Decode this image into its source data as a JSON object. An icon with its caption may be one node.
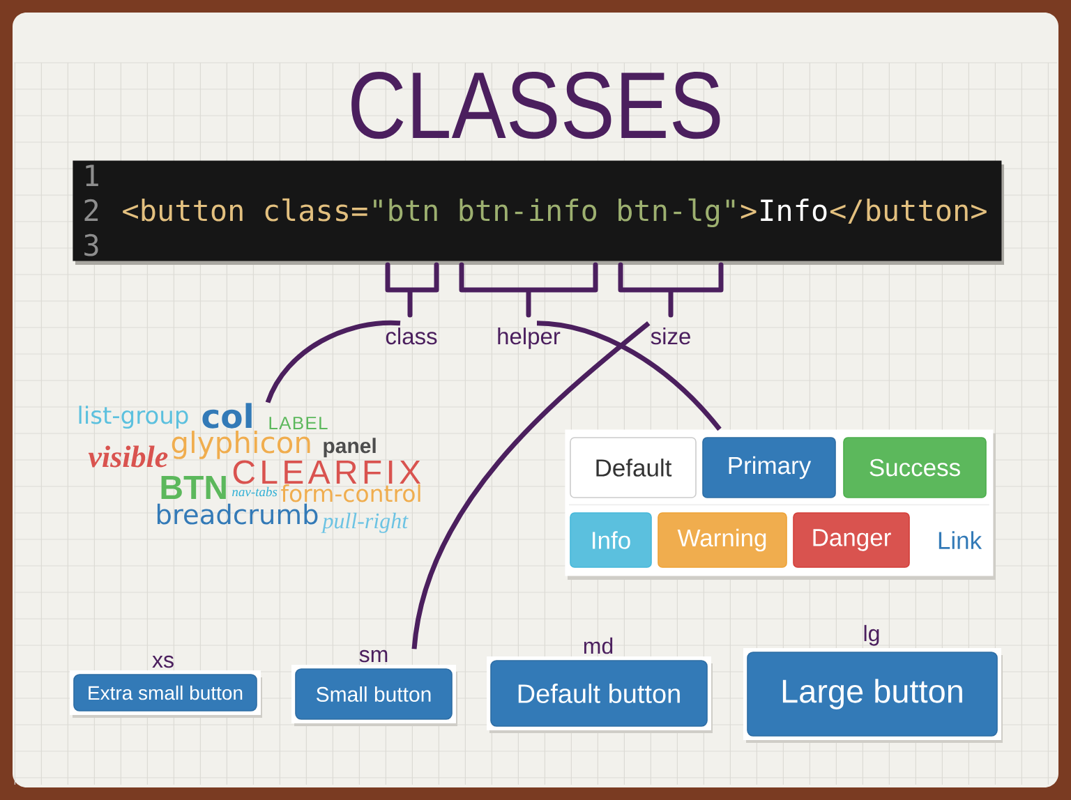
{
  "diagram": {
    "title": "CLASSES",
    "nodes": [
      {
        "text": [
          "1",
          "2",
          "<button class=",
          "\"btn btn-info btn-lg\"",
          ">",
          "Info",
          "</button>",
          "3"
        ]
      },
      {
        "text": [
          "class"
        ]
      },
      {
        "text": [
          "helper"
        ]
      },
      {
        "text": [
          "size"
        ]
      },
      {
        "text": [
          "list-group",
          "col",
          "LABEL",
          "visible",
          "glyphicon",
          "panel",
          "CLEARFIX",
          "BTN",
          "nav-tabs",
          "form-control",
          "breadcrumb",
          "pull-right"
        ]
      },
      {
        "text": [],
        "shape": "box"
      },
      {
        "text": [
          "Default"
        ],
        "in": 5
      },
      {
        "text": [
          "Primary"
        ],
        "in": 5
      },
      {
        "text": [
          "Success"
        ],
        "in": 5
      },
      {
        "text": [
          "Info"
        ],
        "in": 5
      },
      {
        "text": [
          "Warning"
        ],
        "in": 5
      },
      {
        "text": [
          "Danger"
        ],
        "in": 5
      },
      {
        "text": [
          "Link"
        ],
        "in": 5
      },
      {
        "text": [
          "Extra small button"
        ],
        "beside": [
          "xs"
        ]
      },
      {
        "text": [
          "Small button"
        ],
        "beside": [
          "sm"
        ]
      },
      {
        "text": [
          "Default button"
        ],
        "beside": [
          "md"
        ]
      },
      {
        "text": [
          "Large button"
        ],
        "beside": [
          "lg"
        ]
      }
    ],
    "edges": [
      {
        "from": 1,
        "to": 4,
        "arrow": "none"
      },
      {
        "from": 2,
        "to": 5,
        "arrow": "none"
      },
      {
        "from": 3,
        "to": 14,
        "arrow": "none"
      }
    ]
  }
}
